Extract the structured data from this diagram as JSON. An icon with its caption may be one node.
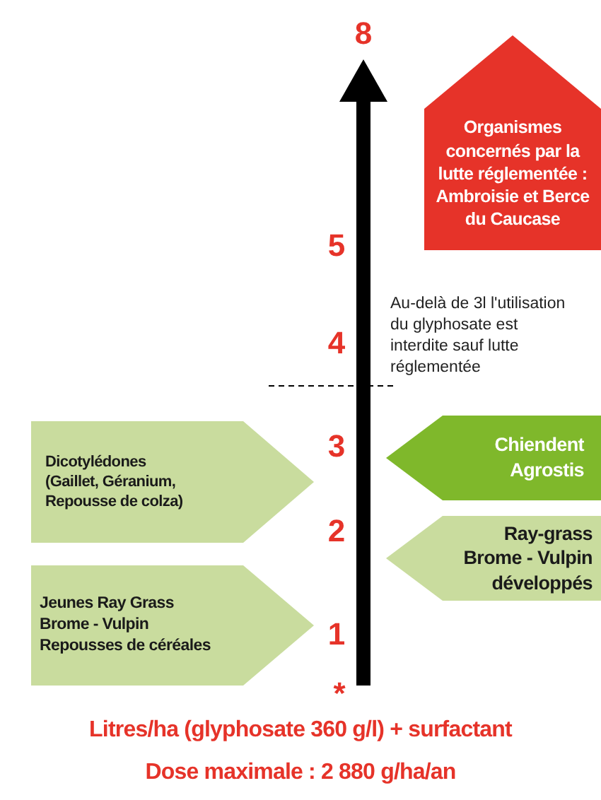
{
  "diagram": {
    "nodes": [
      {
        "text": [
          "Organismes concernés par la lutte réglementée : Ambroisie et Berce du Caucase"
        ]
      },
      {
        "text": [
          "Dicotylédones",
          "(Gaillet, Géranium, Repousse de colza)"
        ]
      },
      {
        "text": [
          "Chiendent",
          "Agrostis"
        ]
      },
      {
        "text": [
          "Ray-grass",
          "Brome - Vulpin",
          "développés"
        ]
      },
      {
        "text": [
          "Jeunes Ray Grass",
          "Brome - Vulpin",
          "Repousses de céréales"
        ]
      }
    ],
    "labels": [
      "8",
      "5",
      "4",
      "3",
      "2",
      "1",
      "*",
      "Au-delà de 3l l'utilisation du glyphosate est interdite sauf lutte réglementée",
      "Litres/ha (glyphosate 360 g/l) + surfactant",
      "Dose maximale : 2 880 g/ha/an"
    ]
  }
}
